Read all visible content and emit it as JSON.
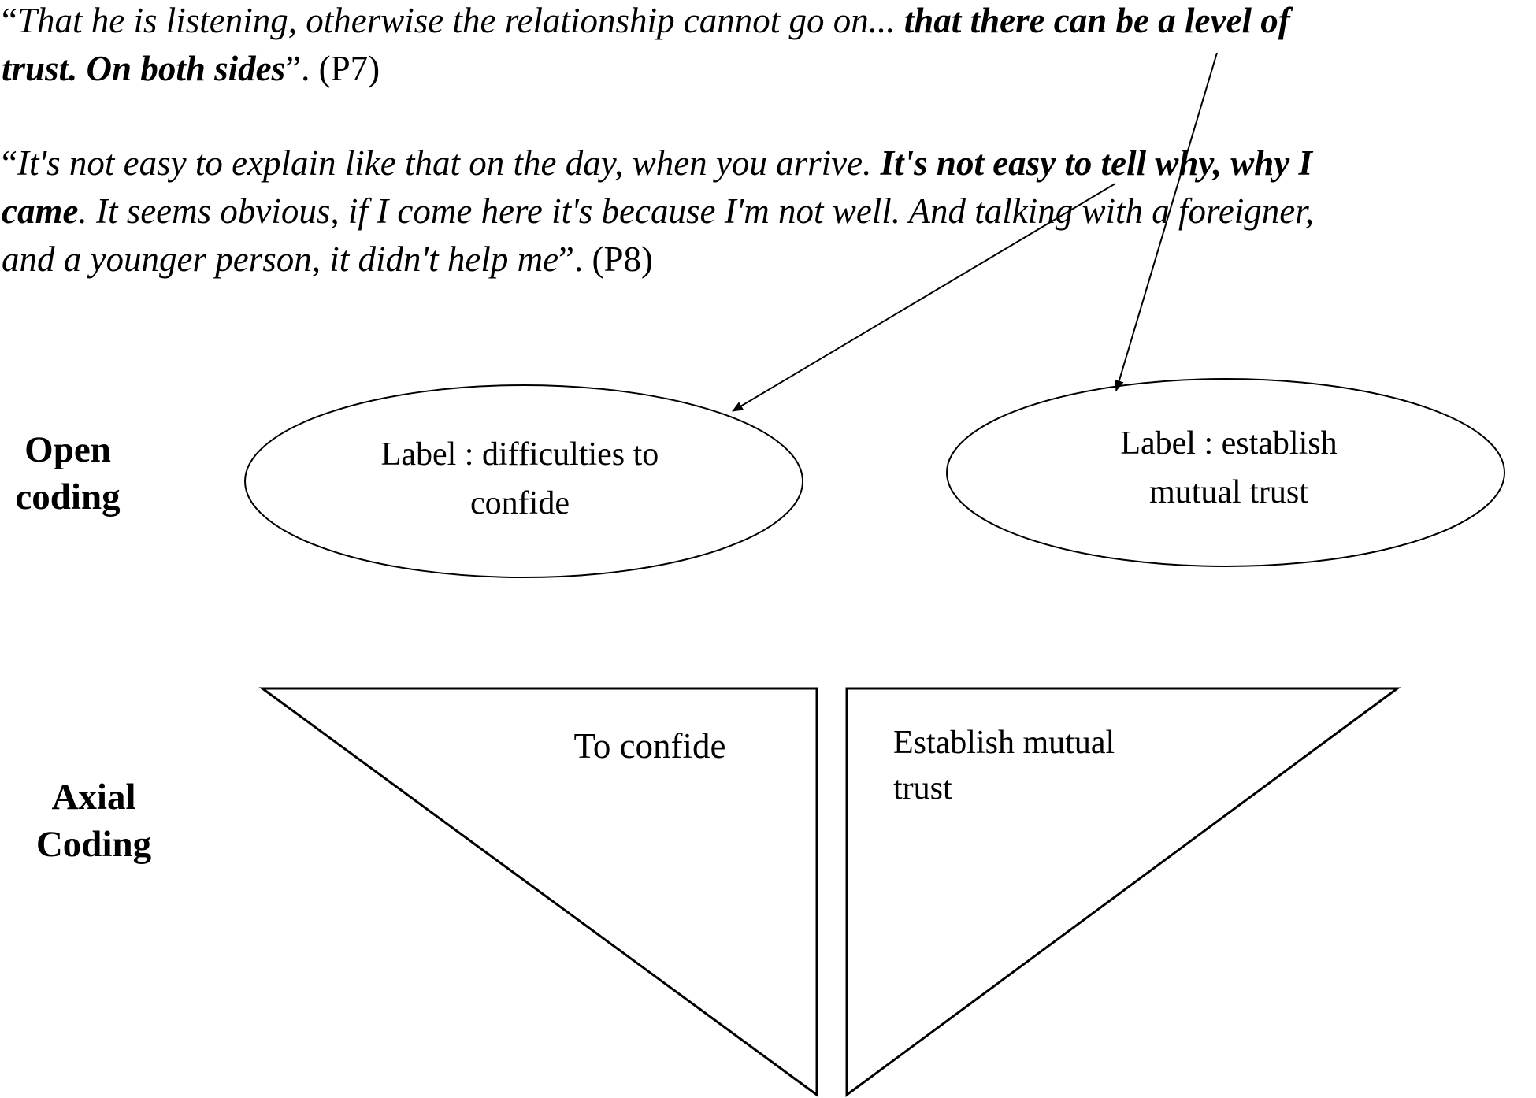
{
  "quotes": {
    "p7": {
      "open": "“",
      "italic_1": "That he is listening, otherwise the relationship cannot go on... ",
      "bold_1": "that there can be a level of",
      "bold_2": "trust. On both sides",
      "close": "”. ",
      "ref": "(P7)"
    },
    "p8": {
      "open": "“",
      "italic_1": "It's not easy to explain like that on the day, when you arrive. ",
      "bold_1": "It's not easy to tell why, why I",
      "bold_2": "came",
      "italic_2": ". It seems obvious, if I come here it's because I'm not well. And talking with a foreigner,",
      "italic_3": "and a younger person, it didn't help me",
      "close": "”. ",
      "ref": "(P8)"
    }
  },
  "stages": {
    "open_coding_line1": "Open",
    "open_coding_line2": "coding",
    "axial_coding_line1": "Axial",
    "axial_coding_line2": "Coding"
  },
  "open_codes": {
    "left_line1": "Label : difficulties to",
    "left_line2": "confide",
    "right_line1": "Label : establish",
    "right_line2": "mutual trust"
  },
  "axial_codes": {
    "left": "To confide",
    "right_line1": "Establish mutual",
    "right_line2": "trust"
  },
  "colors": {
    "stroke": "#000000",
    "background": "#ffffff"
  }
}
